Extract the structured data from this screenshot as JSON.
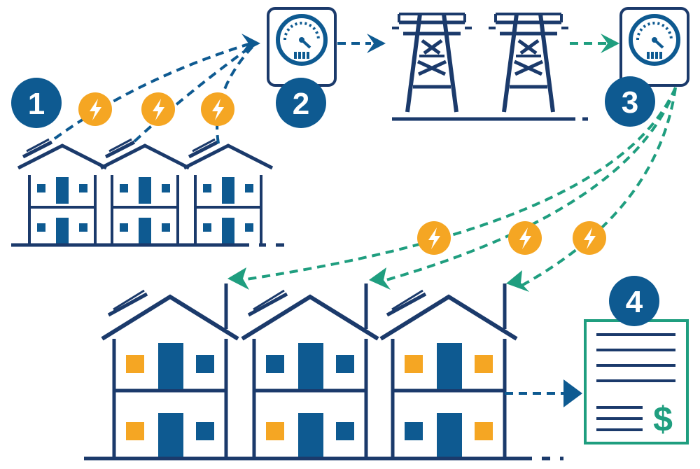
{
  "colors": {
    "navy": "#1b3a6b",
    "blue": "#0e5a91",
    "teal": "#1f9e7f",
    "amber": "#f5a623",
    "white": "#ffffff"
  },
  "steps": [
    {
      "number": "1"
    },
    {
      "number": "2"
    },
    {
      "number": "3"
    },
    {
      "number": "4"
    }
  ],
  "bill": {
    "currency_symbol": "$"
  },
  "icons": {
    "lightning": "lightning-bolt-icon",
    "meter": "electric-meter-icon",
    "tower": "transmission-tower-icon",
    "house": "house-icon",
    "solar": "solar-panel-icon",
    "bill": "bill-document-icon"
  }
}
